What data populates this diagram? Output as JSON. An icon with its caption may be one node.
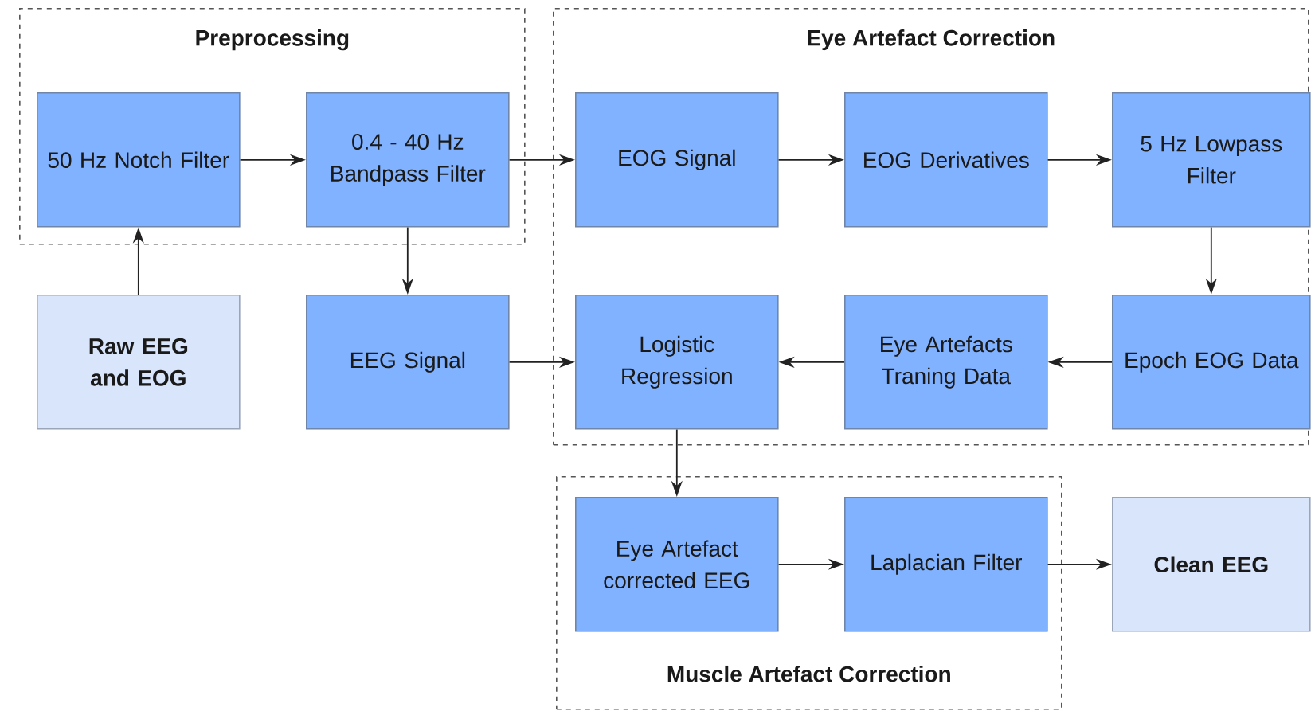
{
  "diagram": {
    "nodes": [
      {
        "text": [
          "Preprocessing"
        ]
      },
      {
        "text": [
          "50 Hz Notch Filter"
        ],
        "in": 0
      },
      {
        "text": [
          "0.4 - 40 Hz Bandpass Filter"
        ],
        "in": 0
      },
      {
        "text": [
          "Eye Artefact Correction"
        ]
      },
      {
        "text": [
          "EOG Signal"
        ],
        "in": 3
      },
      {
        "text": [
          "EOG Derivatives"
        ],
        "in": 3
      },
      {
        "text": [
          "5 Hz Lowpass Filter"
        ],
        "in": 3
      },
      {
        "text": [
          "Raw EEG and EOG"
        ]
      },
      {
        "text": [
          "EEG Signal"
        ]
      },
      {
        "text": [
          "Logistic Regression"
        ],
        "in": 3
      },
      {
        "text": [
          "Eye Artefacts Traning Data"
        ],
        "in": 3
      },
      {
        "text": [
          "Epoch EOG Data"
        ],
        "in": 3
      },
      {
        "text": [
          "Muscle Artefact Correction"
        ]
      },
      {
        "text": [
          "Eye Artefact corrected EEG"
        ],
        "in": 12
      },
      {
        "text": [
          "Laplacian Filter"
        ],
        "in": 12
      },
      {
        "text": [
          "Clean EEG"
        ]
      }
    ],
    "edges": [
      {
        "from": 1,
        "to": 2,
        "arrow": "to"
      },
      {
        "from": 2,
        "to": 4,
        "arrow": "to"
      },
      {
        "from": 4,
        "to": 5,
        "arrow": "to"
      },
      {
        "from": 5,
        "to": 6,
        "arrow": "to"
      },
      {
        "from": 6,
        "to": 11,
        "arrow": "to"
      },
      {
        "from": 11,
        "to": 10,
        "arrow": "to"
      },
      {
        "from": 10,
        "to": 9,
        "arrow": "to"
      },
      {
        "from": 8,
        "to": 9,
        "arrow": "to"
      },
      {
        "from": 7,
        "to": 1,
        "arrow": "to"
      },
      {
        "from": 2,
        "to": 8,
        "arrow": "to"
      },
      {
        "from": 9,
        "to": 13,
        "arrow": "to"
      },
      {
        "from": 13,
        "to": 14,
        "arrow": "to"
      },
      {
        "from": 14,
        "to": 15,
        "arrow": "to"
      }
    ]
  }
}
